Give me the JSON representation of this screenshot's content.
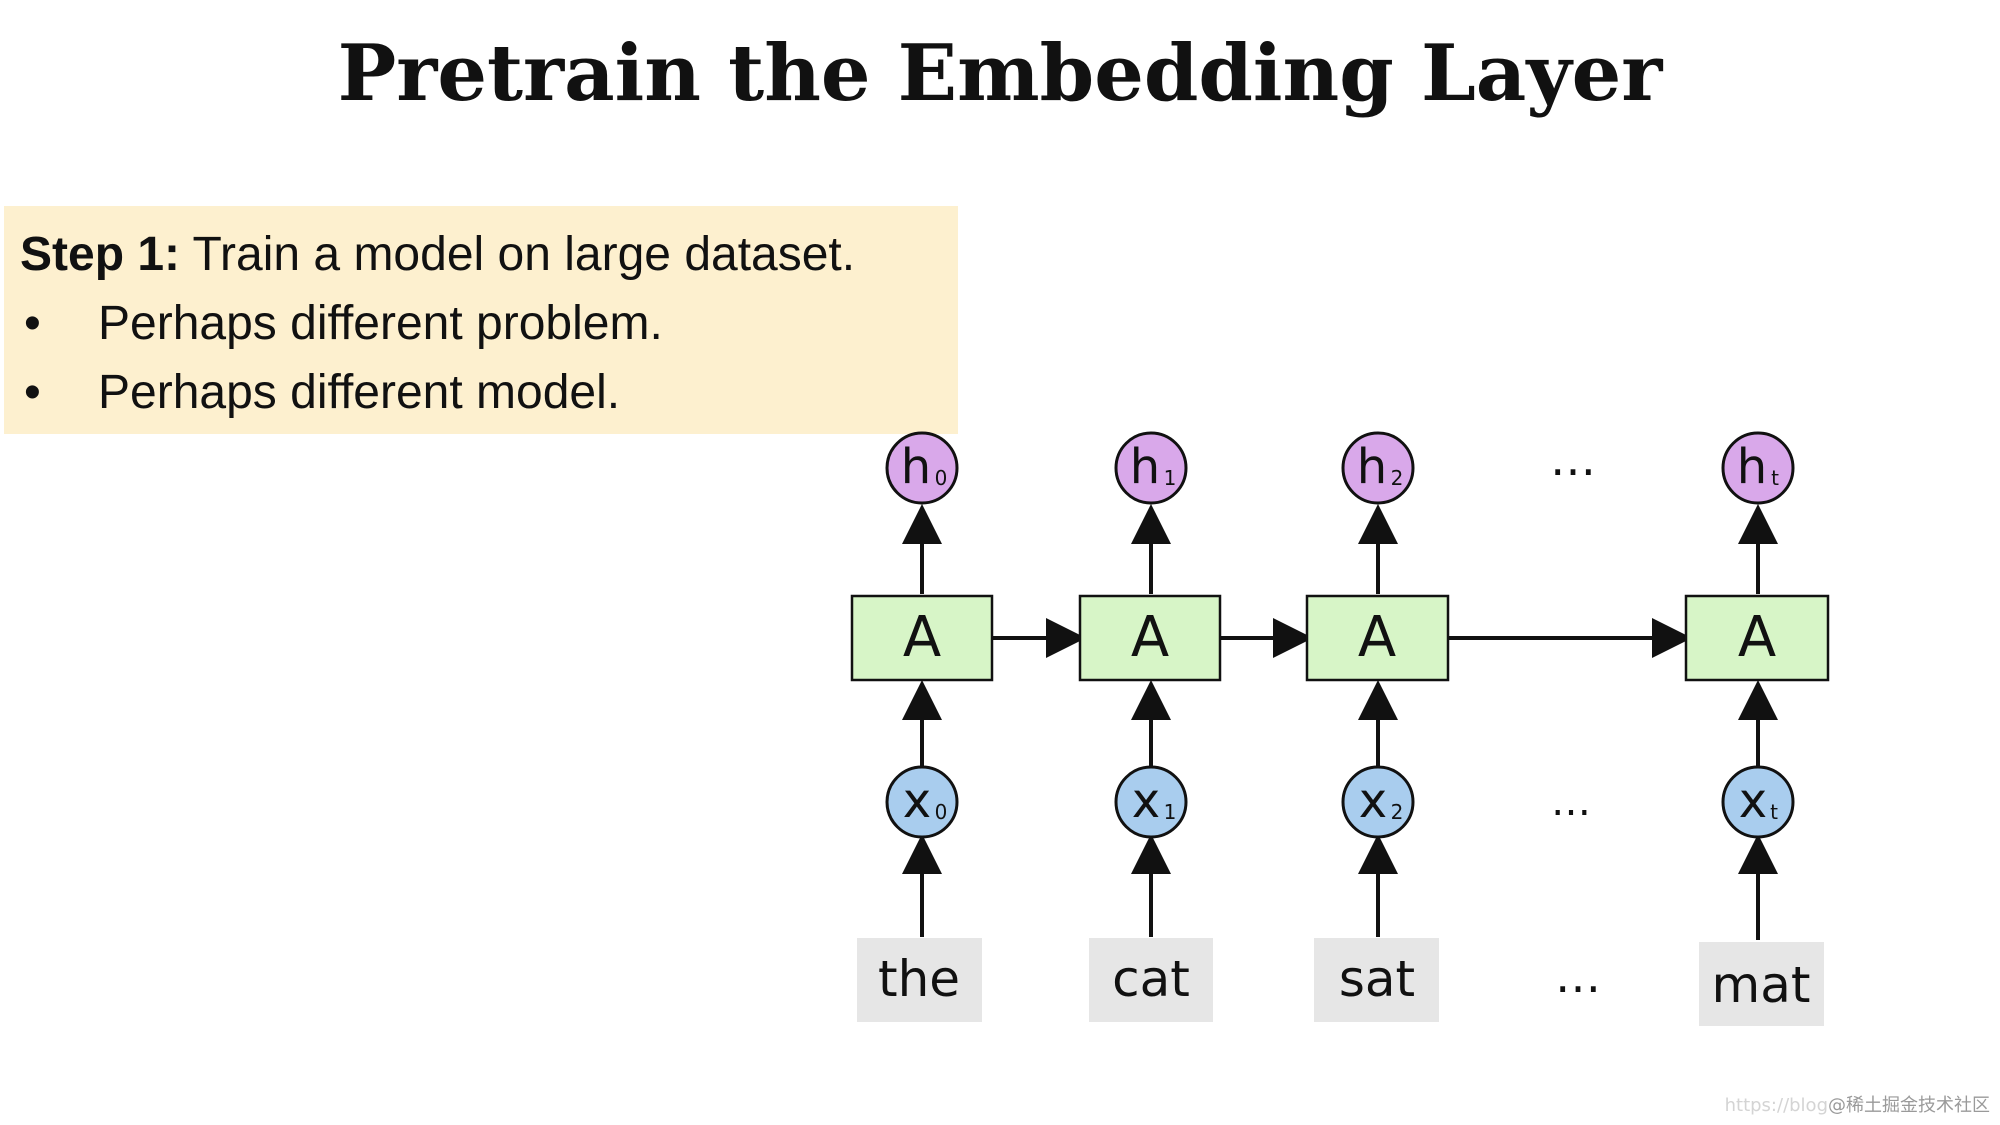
{
  "title": "Pretrain the Embedding Layer",
  "step_box": {
    "step_label": "Step 1:",
    "step_text": " Train a model on large dataset.",
    "bullets": [
      {
        "marker": "•",
        "text": "Perhaps different problem."
      },
      {
        "marker": "•",
        "text": "Perhaps different model."
      }
    ]
  },
  "diagram": {
    "cell_label": "A",
    "ellipsis": "…",
    "columns": [
      {
        "h": "h",
        "h_sub": "0",
        "x": "x",
        "x_sub": "0",
        "word": "the"
      },
      {
        "h": "h",
        "h_sub": "1",
        "x": "x",
        "x_sub": "1",
        "word": "cat"
      },
      {
        "h": "h",
        "h_sub": "2",
        "x": "x",
        "x_sub": "2",
        "word": "sat"
      },
      {
        "h": "h",
        "h_sub": "t",
        "x": "x",
        "x_sub": "t",
        "word": "mat"
      }
    ],
    "colors": {
      "hidden_node": "#d9a8ea",
      "input_node": "#a9cdee",
      "cell": "#d7f5c7",
      "word_box": "#e6e6e6",
      "stroke": "#111111"
    }
  },
  "watermark": {
    "faint": "https://blog",
    "text": "@稀土掘金技术社区"
  }
}
